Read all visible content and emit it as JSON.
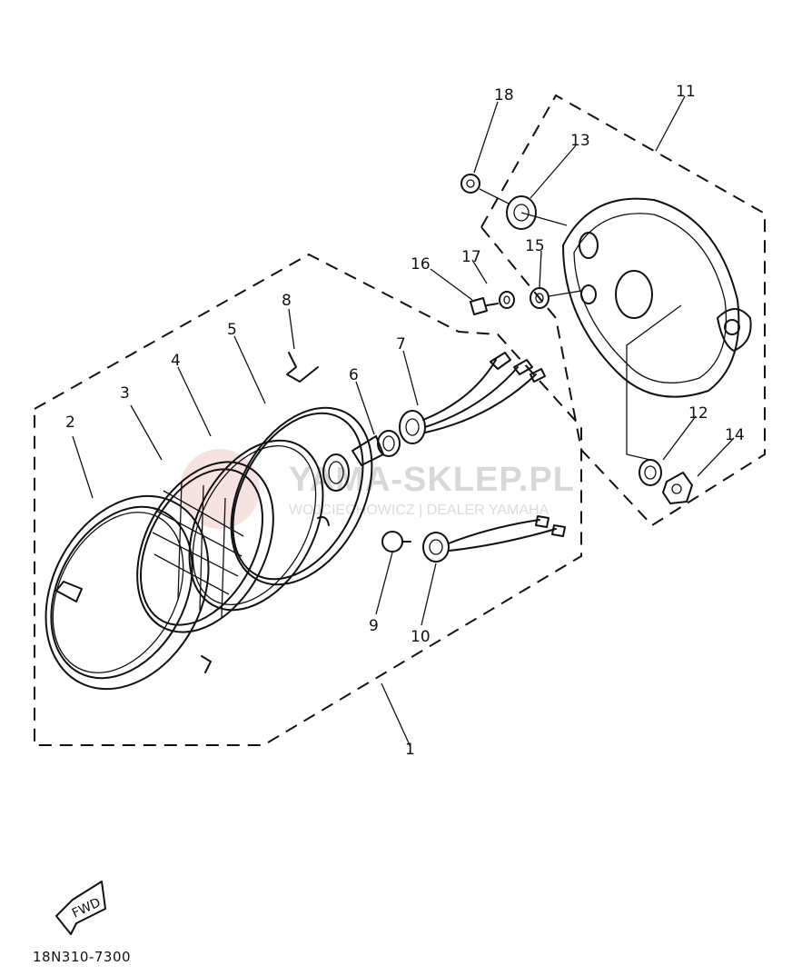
{
  "callouts": {
    "c1": "1",
    "c2": "2",
    "c3": "3",
    "c4": "4",
    "c5": "5",
    "c6": "6",
    "c7": "7",
    "c8": "8",
    "c9": "9",
    "c10": "10",
    "c11": "11",
    "c12": "12",
    "c13": "13",
    "c14": "14",
    "c15": "15",
    "c16": "16",
    "c17": "17",
    "c18": "18"
  },
  "watermark": {
    "main": "YAMA-SKLEP.PL",
    "sub": "WOJCIECHOWICZ | DEALER YAMAHA"
  },
  "fwd_label": "FWD",
  "part_code": "18N310-7300"
}
